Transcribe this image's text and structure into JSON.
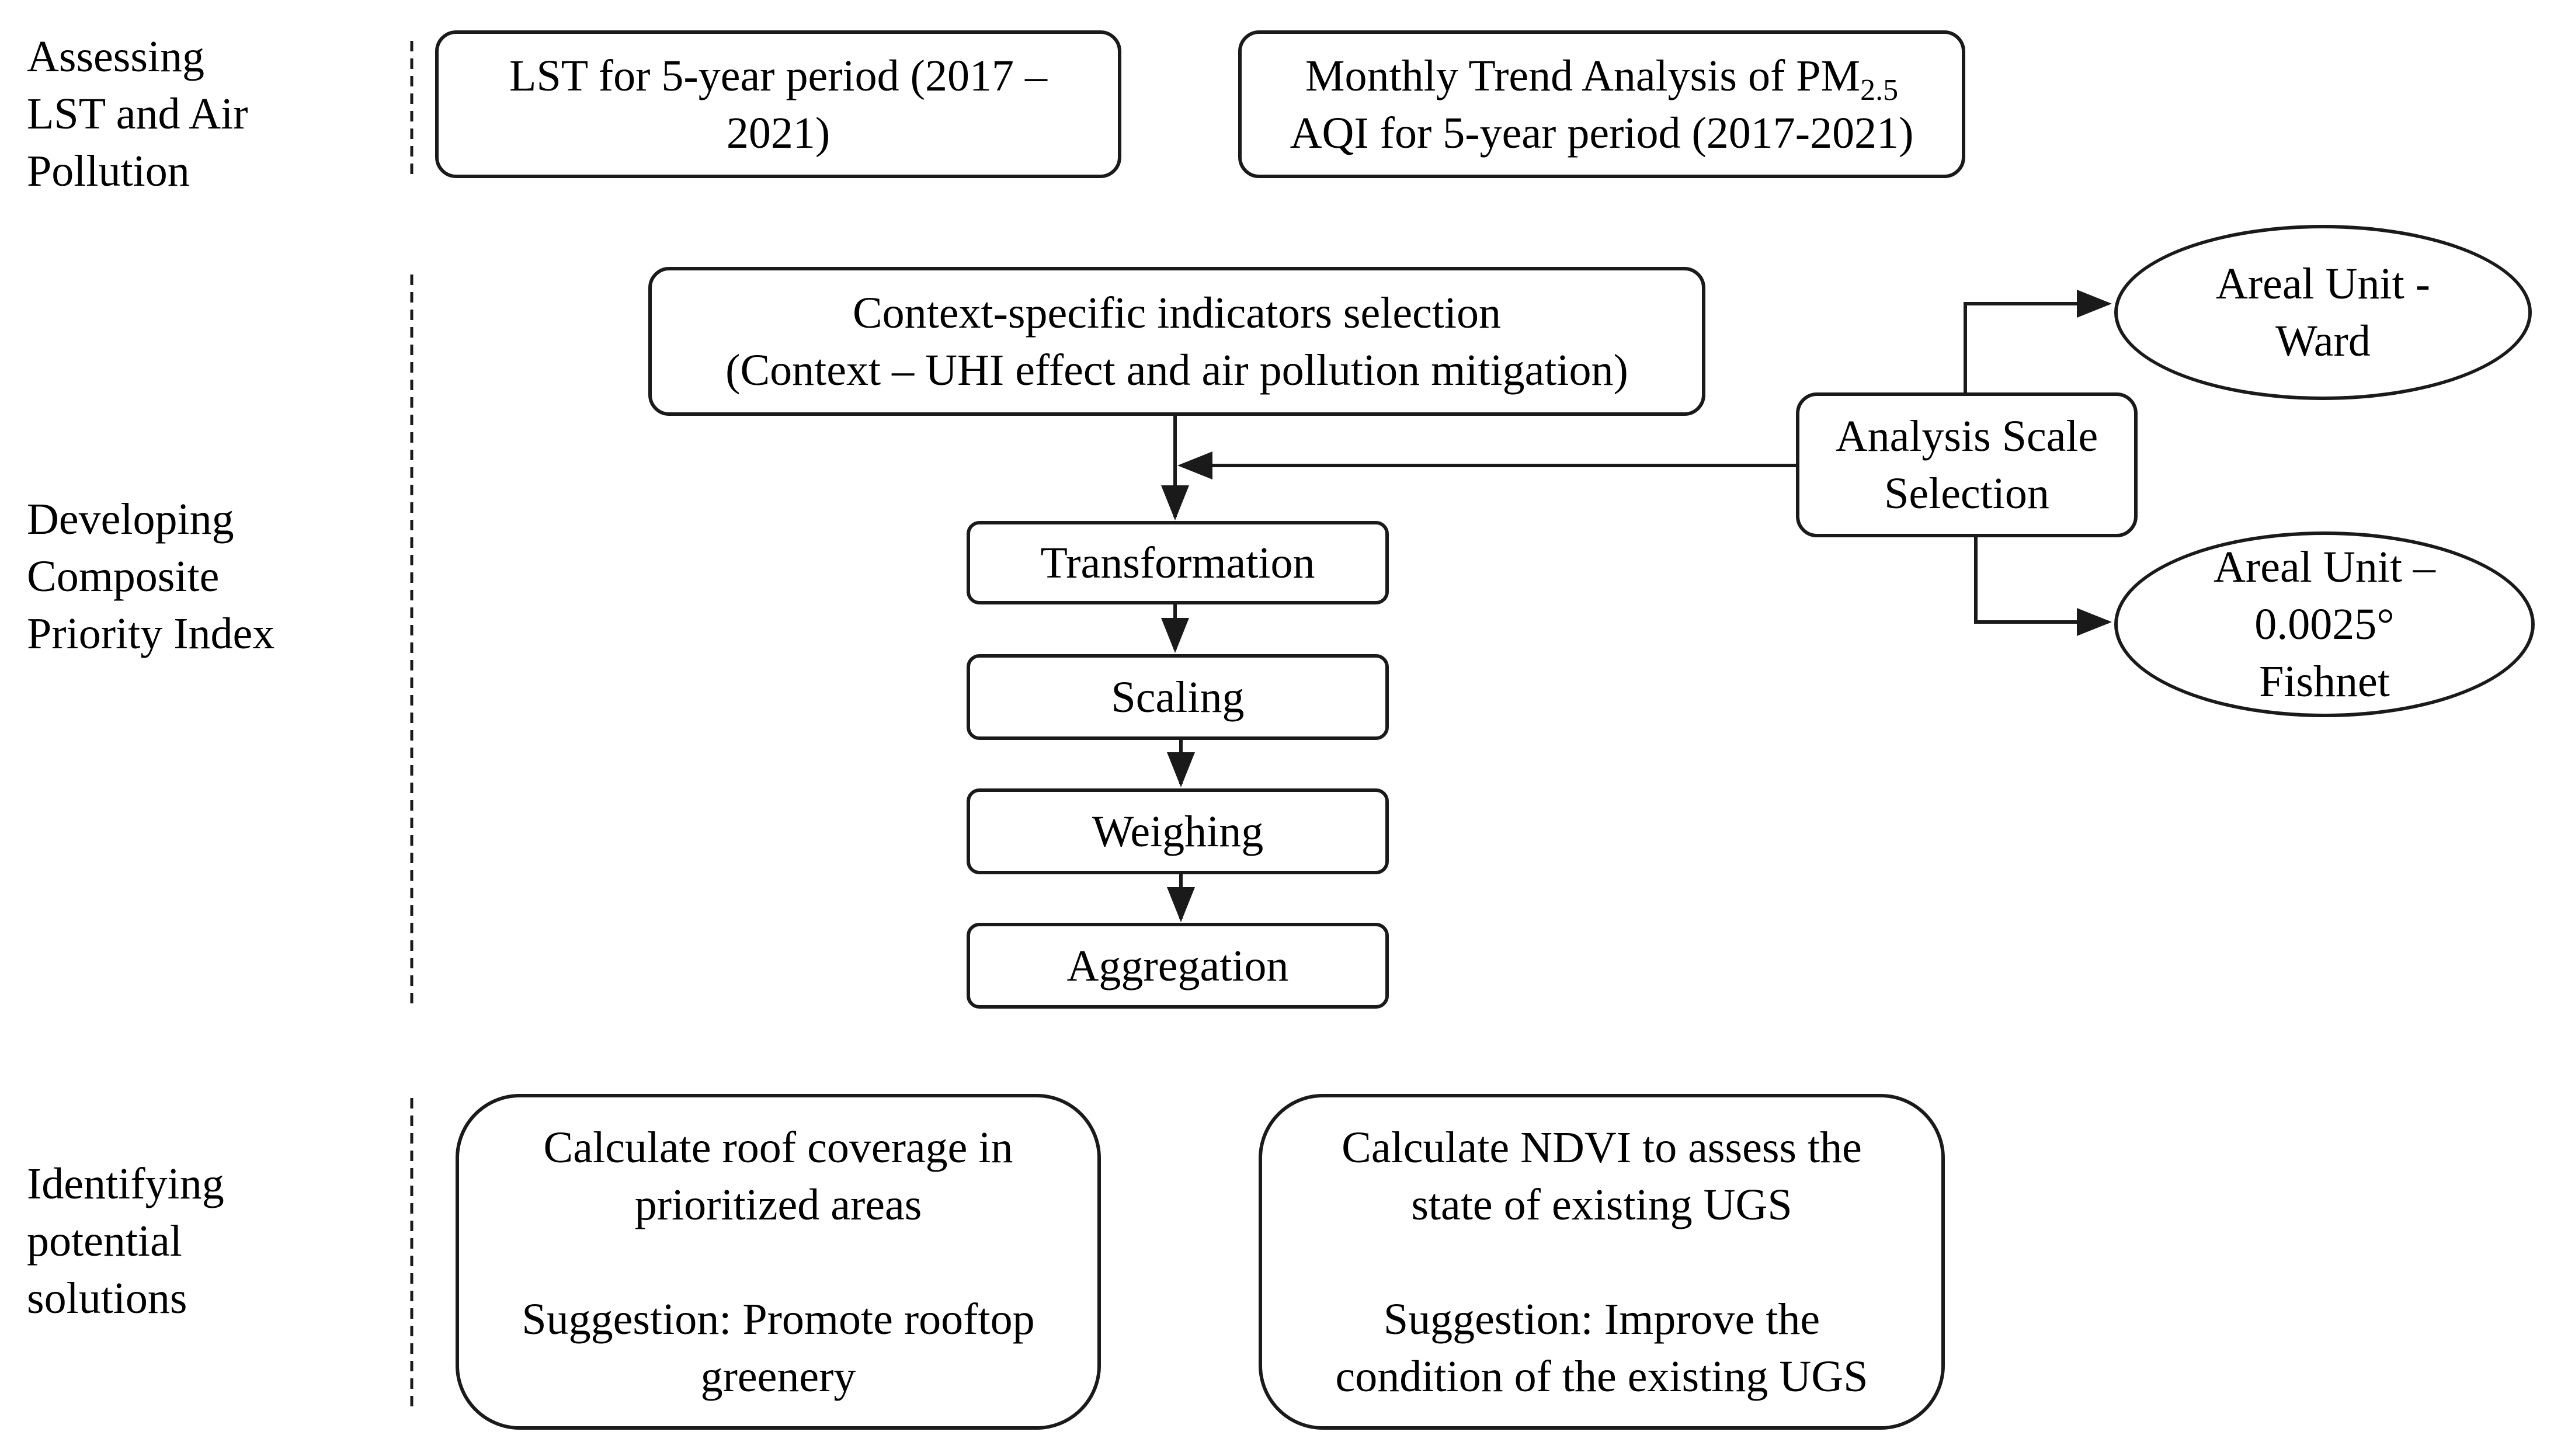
{
  "stages": [
    {
      "lines": [
        "Assessing",
        "LST and Air",
        "Pollution"
      ]
    },
    {
      "lines": [
        "Developing",
        "Composite",
        "Priority Index"
      ]
    },
    {
      "lines": [
        "Identifying",
        "potential",
        "solutions"
      ]
    }
  ],
  "stage1": {
    "lst_box": {
      "line1": "LST for 5-year period (2017 –",
      "line2": "2021)"
    },
    "pm_box": {
      "line1_prefix": "Monthly Trend Analysis of PM",
      "line1_sub": "2.5",
      "line2": "AQI for 5-year period (2017-2021)"
    }
  },
  "stage2": {
    "indicators_box": {
      "line1": "Context-specific indicators selection",
      "line2": "(Context – UHI effect and air pollution mitigation)"
    },
    "steps": [
      "Transformation",
      "Scaling",
      "Weighing",
      "Aggregation"
    ],
    "scale_box": {
      "line1": "Analysis Scale",
      "line2": "Selection"
    },
    "ward_ellipse": {
      "line1": "Areal Unit -",
      "line2": "Ward"
    },
    "fishnet_ellipse": {
      "line1": "Areal Unit –",
      "line2": "0.0025°",
      "line3": "Fishnet"
    }
  },
  "stage3": {
    "roof_box": {
      "line1": "Calculate roof coverage in",
      "line2": "prioritized areas",
      "line3": "Suggestion:  Promote rooftop",
      "line4": "greenery"
    },
    "ndvi_box": {
      "line1": "Calculate NDVI to assess the",
      "line2": "state of existing UGS",
      "line3": "Suggestion:  Improve the",
      "line4": "condition of the existing UGS"
    }
  }
}
